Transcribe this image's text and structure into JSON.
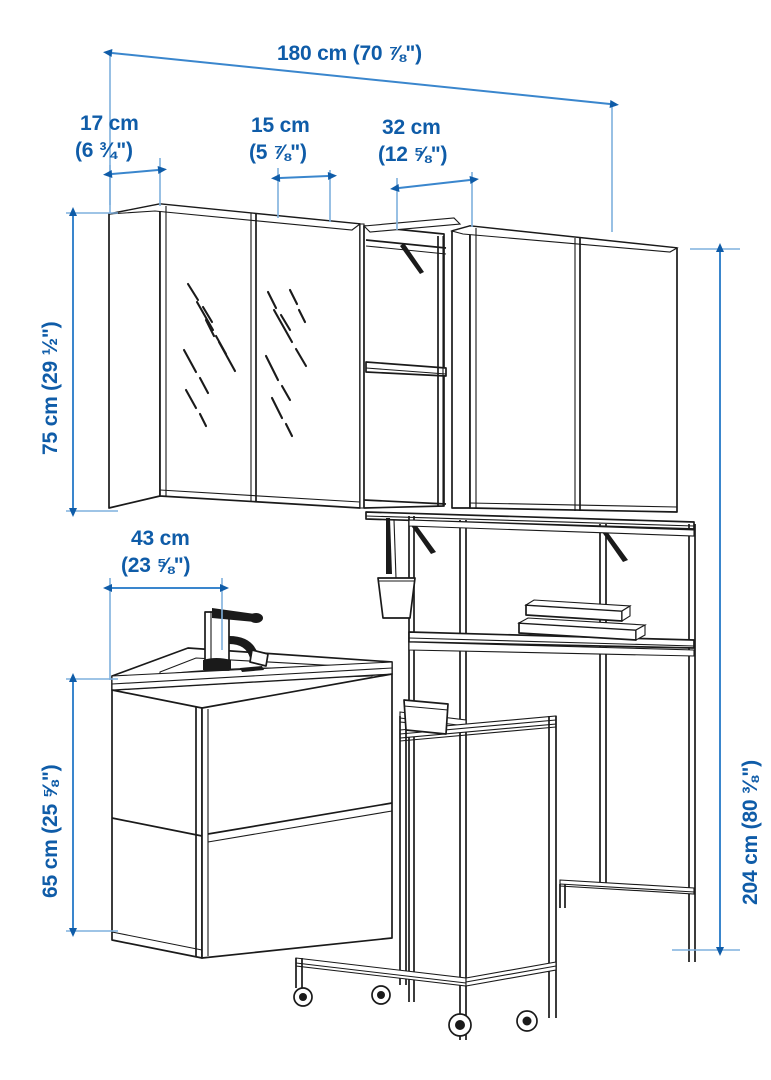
{
  "drawing": {
    "title": "Bathroom furniture dimension drawing",
    "type": "technical-line-drawing",
    "accent_color": "#0f5ca8",
    "line_color": "#1a1a1a",
    "background": "#ffffff"
  },
  "dimensions": {
    "overall_width": {
      "name": "overall-width",
      "metric": "180 cm",
      "imperial_whole": "(70",
      "imperial_frac": "⅞",
      "imperial_tail": "\")",
      "label": "180 cm (70 ⅞\")",
      "orientation": "horizontal",
      "position": "top"
    },
    "left_cabinet_depth": {
      "name": "left-cabinet-width",
      "metric": "17 cm",
      "imperial": "(6 ¾\")",
      "label": "17 cm (6 ¾\")",
      "orientation": "horizontal",
      "position": "top-left"
    },
    "middle_segment": {
      "name": "middle-segment-width",
      "metric": "15 cm",
      "imperial": "(5 ⅞\")",
      "label": "15 cm (5 ⅞\")",
      "orientation": "horizontal",
      "position": "top-center"
    },
    "right_segment": {
      "name": "right-segment-width",
      "metric": "32 cm",
      "imperial": "(12 ⅝\")",
      "label": "32 cm (12 ⅝\")",
      "orientation": "horizontal",
      "position": "top-right"
    },
    "wall_cabinet_height": {
      "name": "wall-cabinet-height",
      "metric": "75 cm",
      "imperial": "(29 ½\")",
      "label": "75 cm (29 ½\")",
      "orientation": "vertical",
      "position": "left-upper"
    },
    "vanity_width": {
      "name": "vanity-width",
      "metric": "43 cm",
      "imperial": "(23 ⅝\")",
      "label": "43 cm (23 ⅝\")",
      "orientation": "horizontal",
      "position": "middle-left"
    },
    "vanity_height": {
      "name": "vanity-height",
      "metric": "65 cm",
      "imperial": "(25 ⅝\")",
      "label": "65 cm (25 ⅝\")",
      "orientation": "vertical",
      "position": "left-lower"
    },
    "overall_height": {
      "name": "overall-height",
      "metric": "204 cm",
      "imperial": "(80 ⅜\")",
      "label": "204 cm (80 ⅜\")",
      "orientation": "vertical",
      "position": "right"
    }
  },
  "objects": [
    {
      "name": "mirror-cabinet",
      "description": "wall mirror cabinet with two mirrored doors"
    },
    {
      "name": "open-shelf-unit",
      "description": "open shelf section between cabinets"
    },
    {
      "name": "right-wall-cabinet",
      "description": "wall cabinet with two plain doors"
    },
    {
      "name": "washbasin",
      "description": "rectangular washbasin with mixer tap"
    },
    {
      "name": "faucet",
      "description": "single lever mixer tap"
    },
    {
      "name": "vanity-drawers",
      "description": "two drawer vanity unit under washbasin"
    },
    {
      "name": "toothbrush-cup",
      "description": "hanging toothbrush tumbler"
    },
    {
      "name": "shelf-frame",
      "description": "open metal frame shelving over vanity area"
    },
    {
      "name": "folded-towels",
      "description": "stack of folded towels on shelf"
    },
    {
      "name": "rolling-cart",
      "description": "trolley on four caster wheels"
    }
  ]
}
